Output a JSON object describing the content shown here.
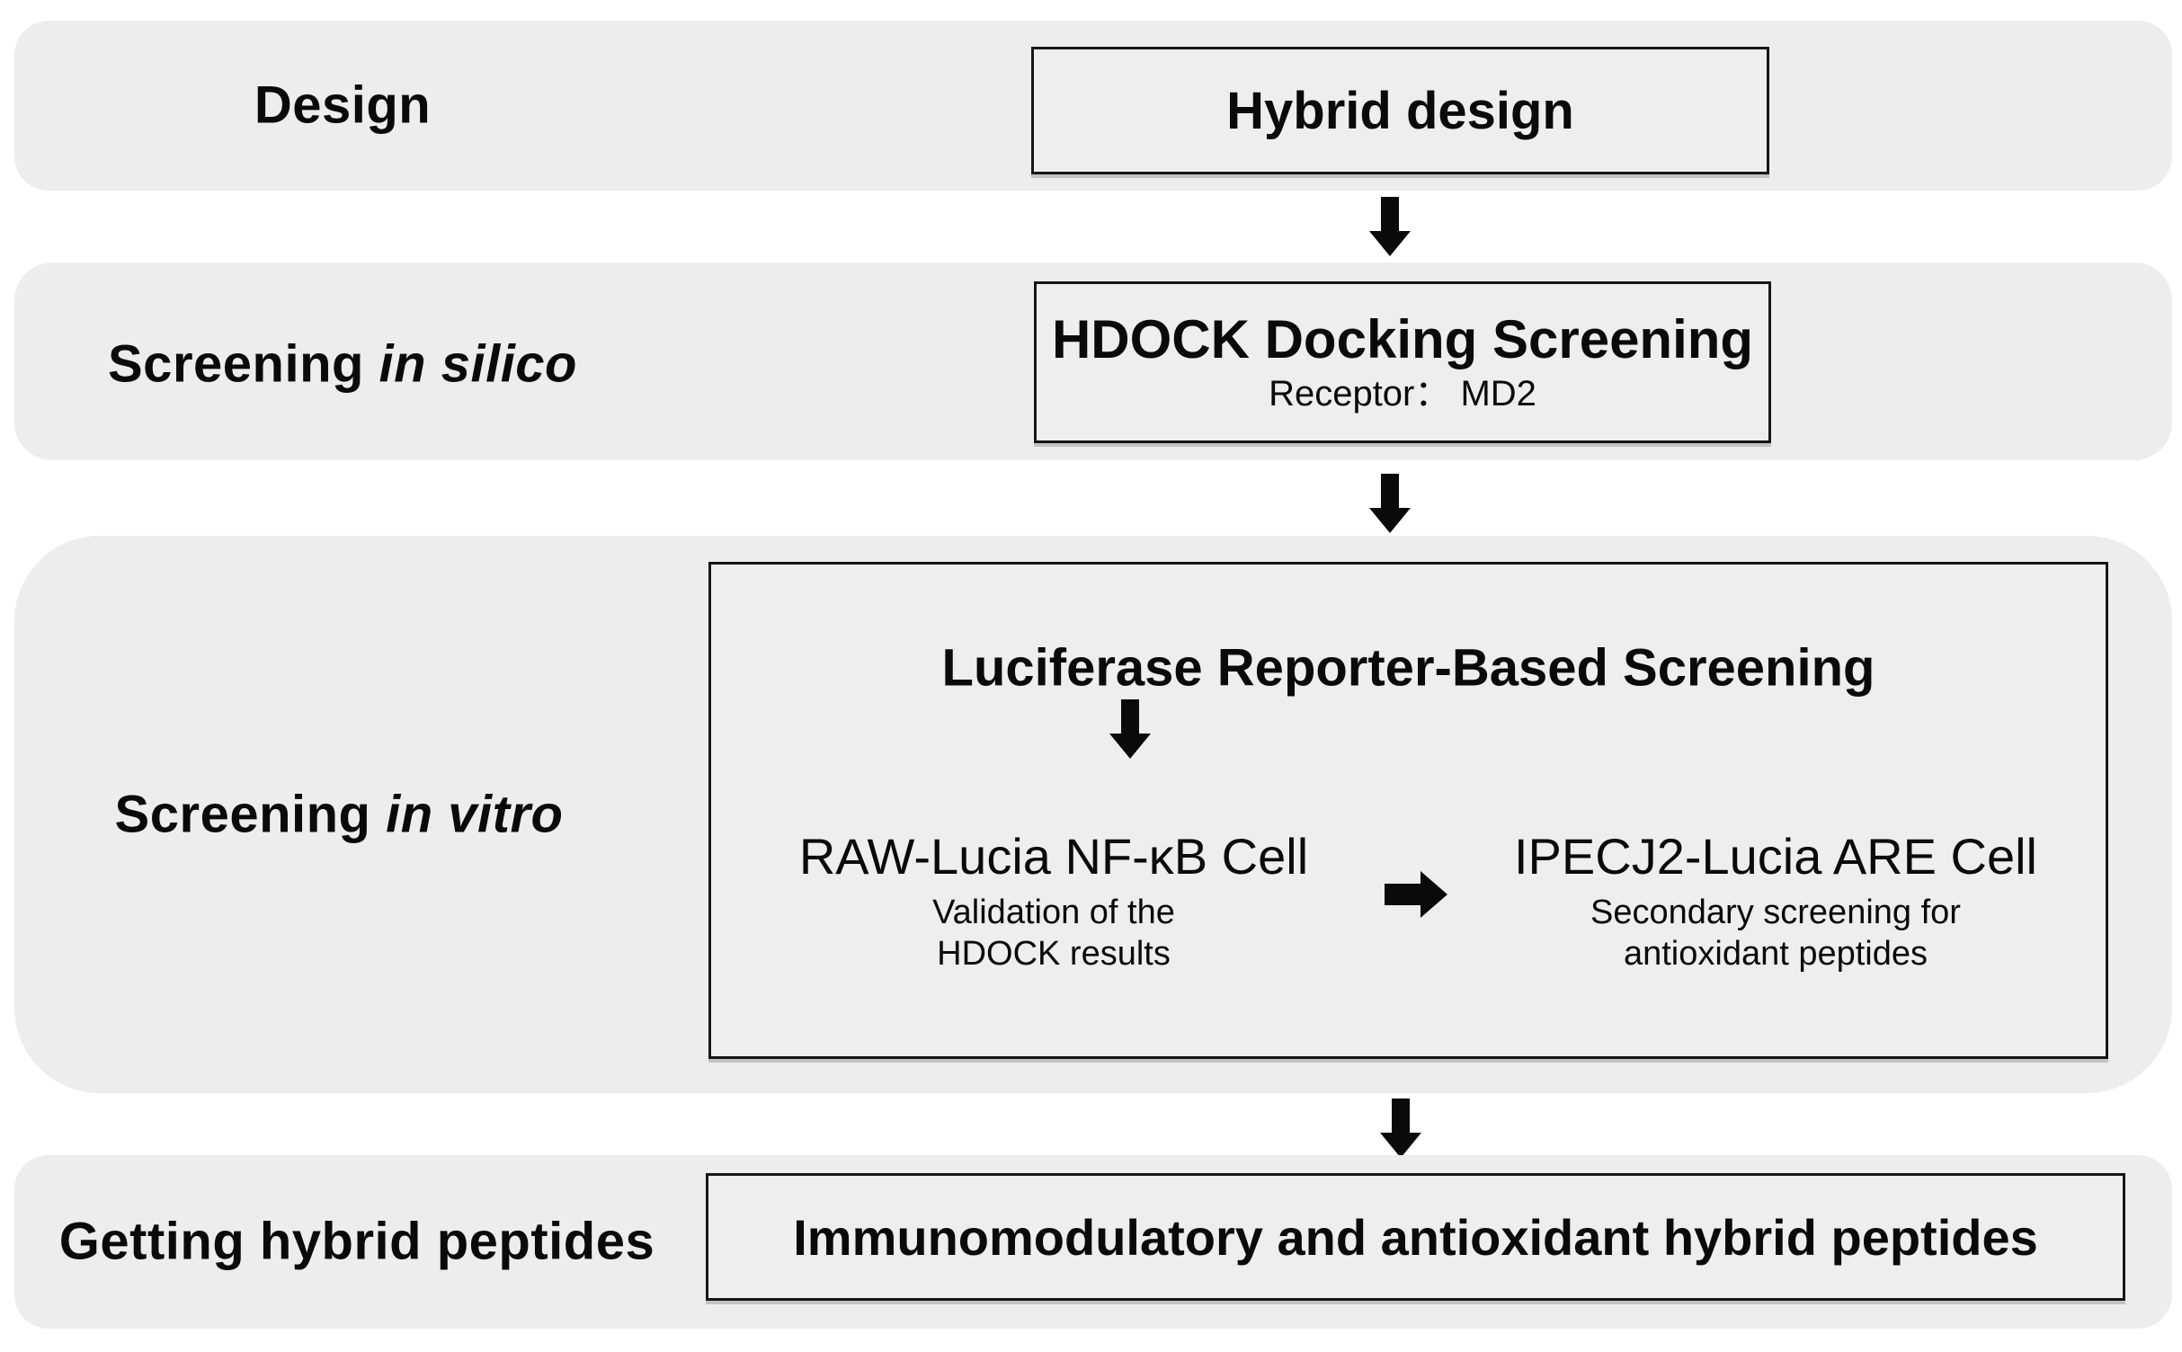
{
  "stages": {
    "design": {
      "label": "Design",
      "box_title": "Hybrid design"
    },
    "in_silico": {
      "label_prefix": "Screening ",
      "label_italic": "in silico",
      "box_title": "HDOCK Docking Screening",
      "box_subtitle": "Receptor： MD2"
    },
    "in_vitro": {
      "label_prefix": "Screening ",
      "label_italic": "in vitro",
      "box_title": "Luciferase Reporter-Based Screening",
      "left_cell": {
        "title": "RAW-Lucia NF-κB Cell",
        "desc_line1": "Validation of the",
        "desc_line2": "HDOCK results"
      },
      "right_cell": {
        "title": "IPECJ2-Lucia ARE Cell",
        "desc_line1": "Secondary screening for",
        "desc_line2": "antioxidant peptides"
      }
    },
    "getting": {
      "label": "Getting hybrid peptides",
      "box_title": "Immunomodulatory and antioxidant hybrid peptides"
    }
  },
  "icons": {
    "arrow-down-icon": "⬇",
    "arrow-right-icon": "➡"
  },
  "colors": {
    "background": "#ffffff",
    "band_fill": "#ededed",
    "box_fill": "#eeeeee",
    "border": "#161616",
    "text": "#0a0a0a",
    "arrow": "#0a0a0a"
  }
}
